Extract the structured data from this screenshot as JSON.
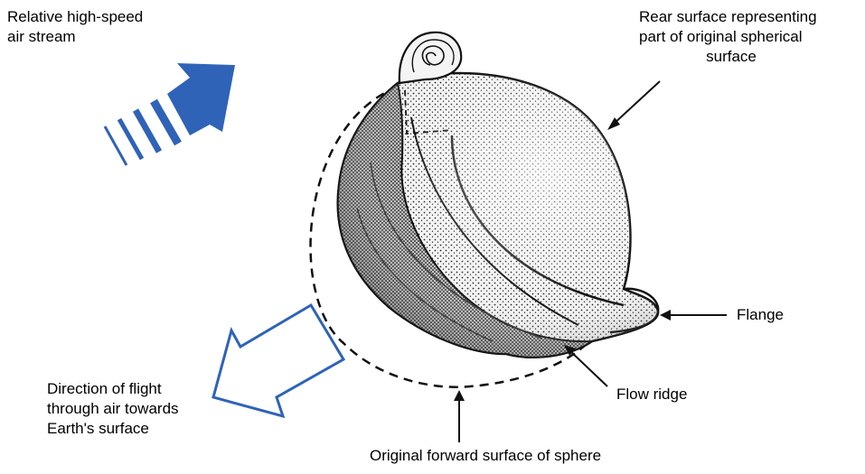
{
  "labels": {
    "airstream": [
      "Relative high-speed",
      "air stream"
    ],
    "rear_surface": [
      "Rear surface representing",
      "part of original spherical",
      "surface"
    ],
    "flange": "Flange",
    "flow_ridge": "Flow ridge",
    "direction": [
      "Direction of flight",
      "through air towards",
      "Earth's surface"
    ],
    "forward_surface": "Original forward surface of sphere"
  },
  "colors": {
    "arrow_blue": "#2f63b8",
    "ink": "#111111",
    "body_fill": "#8c8c8c",
    "body_light": "#d8d8d8"
  }
}
